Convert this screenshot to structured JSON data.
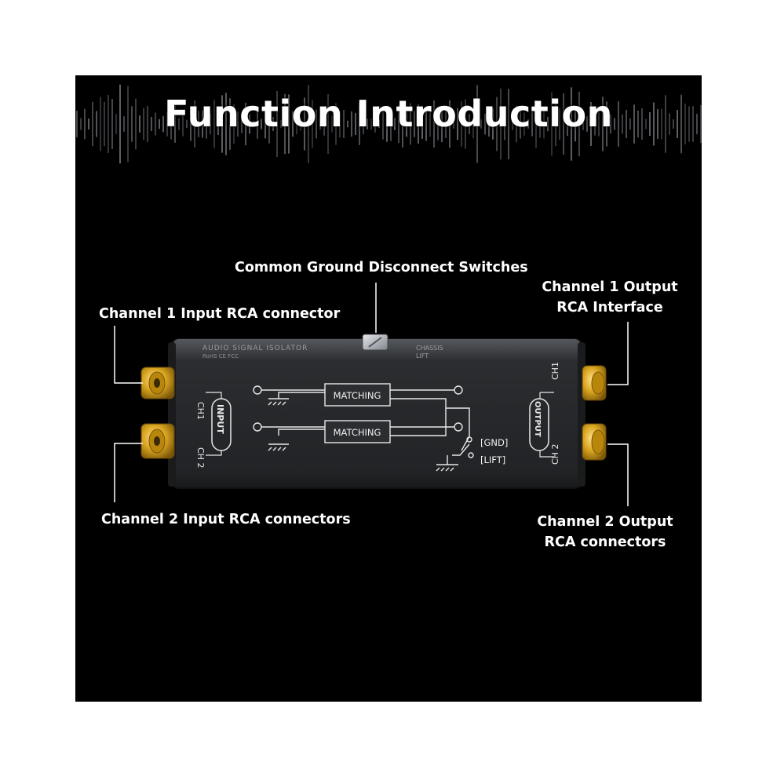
{
  "title": "Function Introduction",
  "callouts": {
    "ground_switch": "Common Ground Disconnect Switches",
    "ch1_input": "Channel 1 Input RCA connector",
    "ch2_input": "Channel 2 Input RCA connectors",
    "ch1_output_line1": "Channel 1 Output",
    "ch1_output_line2": "RCA Interface",
    "ch2_output_line1": "Channel 2 Output",
    "ch2_output_line2": "RCA connectors"
  },
  "device": {
    "top_label": "AUDIO SIGNAL ISOLATOR",
    "top_marks": "RoHS CE FCC",
    "switch_chassis": "CHASSIS",
    "switch_lift": "LIFT",
    "input_label": "INPUT",
    "output_label": "OUTPUT",
    "ch1": "CH1",
    "ch2": "CH 2",
    "matching_1": "MATCHING",
    "matching_2": "MATCHING",
    "gnd": "[GND]",
    "lift": "[LIFT]"
  },
  "colors": {
    "background": "#000000",
    "text": "#ffffff",
    "device_body": "#2b2d30",
    "gold": "#d9a520",
    "line": "#ffffff"
  }
}
